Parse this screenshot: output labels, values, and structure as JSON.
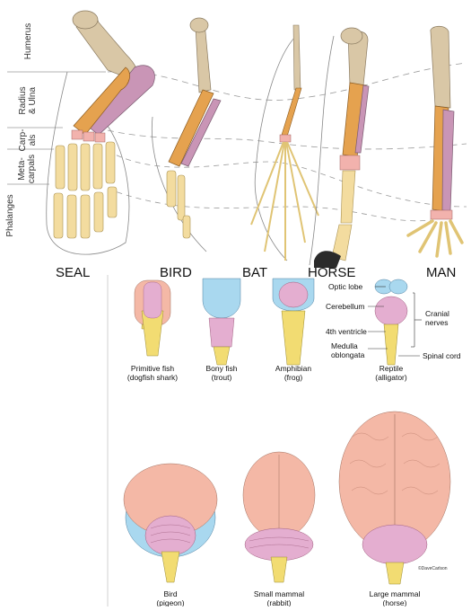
{
  "limb_diagram": {
    "bone_labels": [
      "Humerus",
      "Radius & Ulna",
      "Carp-als",
      "Meta-carpals",
      "Phalanges"
    ],
    "bone_labels_lines": [
      [
        "Humerus"
      ],
      [
        "Radius",
        "& Ulna"
      ],
      [
        "Carp-",
        "als"
      ],
      [
        "Meta-",
        "carpals"
      ],
      [
        "Phalanges"
      ]
    ],
    "animals": [
      "SEAL",
      "BIRD",
      "BAT",
      "HORSE",
      "MAN"
    ]
  },
  "brain_diagram": {
    "captions": {
      "primitive_fish": [
        "Primitive fish",
        "(dogfish shark)"
      ],
      "bony_fish": [
        "Bony fish",
        "(trout)"
      ],
      "amphibian": [
        "Amphibian",
        "(frog)"
      ],
      "reptile": [
        "Reptile",
        "(alligator)"
      ],
      "bird": [
        "Bird",
        "(pigeon)"
      ],
      "small_mammal": [
        "Small mammal",
        "(rabbit)"
      ],
      "large_mammal": [
        "Large mammal",
        "(horse)"
      ]
    },
    "annotations": {
      "optic_lobe": "Optic lobe",
      "cerebellum": "Cerebellum",
      "fourth_ventricle": "4th ventricle",
      "medulla": [
        "Medulla",
        "oblongata"
      ],
      "cranial_nerves": [
        "Cranial",
        "nerves"
      ],
      "spinal_cord": "Spinal cord"
    },
    "credit": "©DaveCarlson"
  },
  "colors": {
    "humerus": "#d9c7a6",
    "radius": "#e5a24f",
    "ulna": "#c995b6",
    "carpals": "#f2b2ad",
    "hand": "#f3dc9f",
    "cerebrum": "#f4b8a6",
    "optic": "#a9d8ef",
    "cerebellum": "#e4aed0",
    "cord": "#f2dc72"
  }
}
